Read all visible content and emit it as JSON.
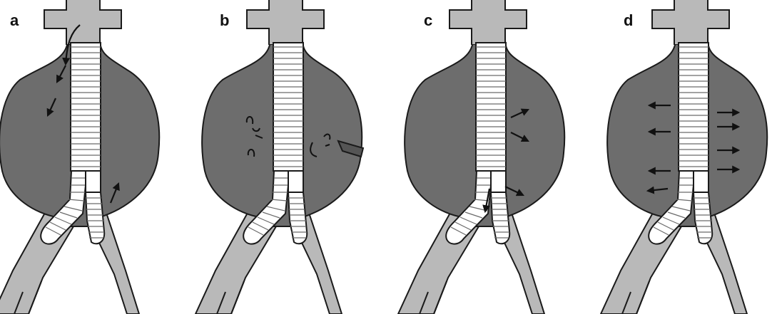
{
  "panels": [
    {
      "label": "a"
    },
    {
      "label": "b"
    },
    {
      "label": "c"
    },
    {
      "label": "d"
    }
  ],
  "colors": {
    "aneurysm_sac": "#6d6d6d",
    "vessel": "#b9b9b9",
    "stent_graft": "#ffffff",
    "stent_ring": "#6a6a6a",
    "outline": "#1a1a1a",
    "arrow": "#111111",
    "catheter": "#555555"
  }
}
